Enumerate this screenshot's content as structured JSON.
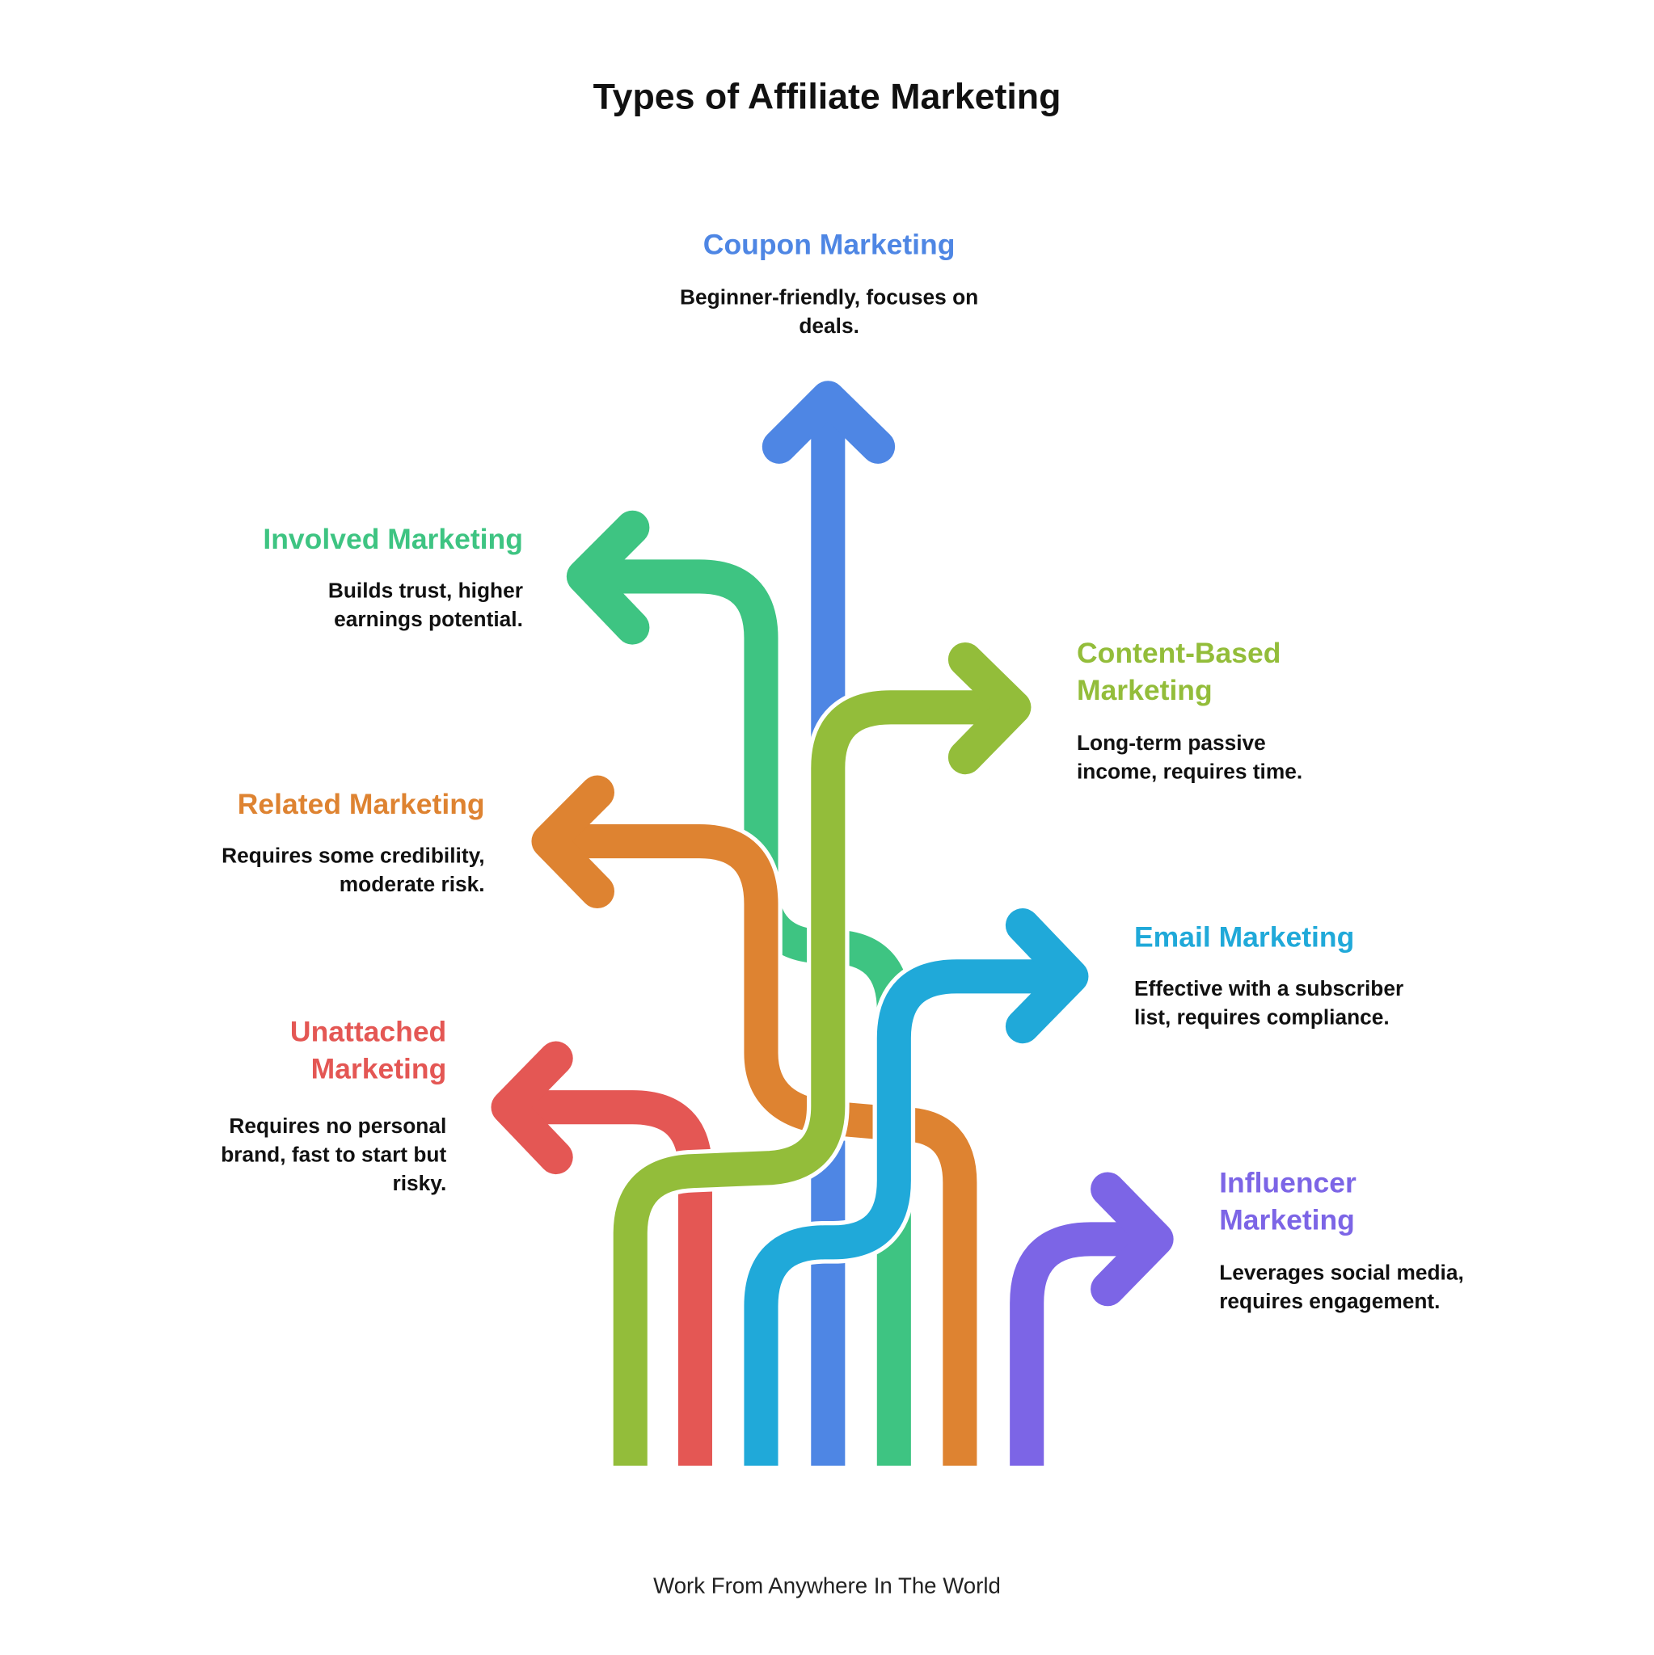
{
  "title": "Types of Affiliate Marketing",
  "footer": "Work From Anywhere In The World",
  "colors": {
    "coupon": "#4E86E4",
    "involved": "#3EC482",
    "content": "#93BD3A",
    "related": "#DE8331",
    "email": "#20A9D9",
    "unattached": "#E45754",
    "influencer": "#7C65E6"
  },
  "items": {
    "coupon": {
      "heading": "Coupon Marketing",
      "desc": "Beginner-friendly, focuses on deals."
    },
    "involved": {
      "heading": "Involved Marketing",
      "desc": "Builds trust, higher earnings potential."
    },
    "content": {
      "heading": "Content-Based Marketing",
      "desc": "Long-term passive income, requires time."
    },
    "related": {
      "heading": "Related Marketing",
      "desc": "Requires some credibility, moderate risk."
    },
    "email": {
      "heading": "Email Marketing",
      "desc": "Effective with a subscriber list, requires compliance."
    },
    "unattached": {
      "heading": "Unattached Marketing",
      "desc": "Requires no personal brand, fast to start but risky."
    },
    "influencer": {
      "heading": "Influencer Marketing",
      "desc": "Leverages social media, requires engagement."
    }
  }
}
